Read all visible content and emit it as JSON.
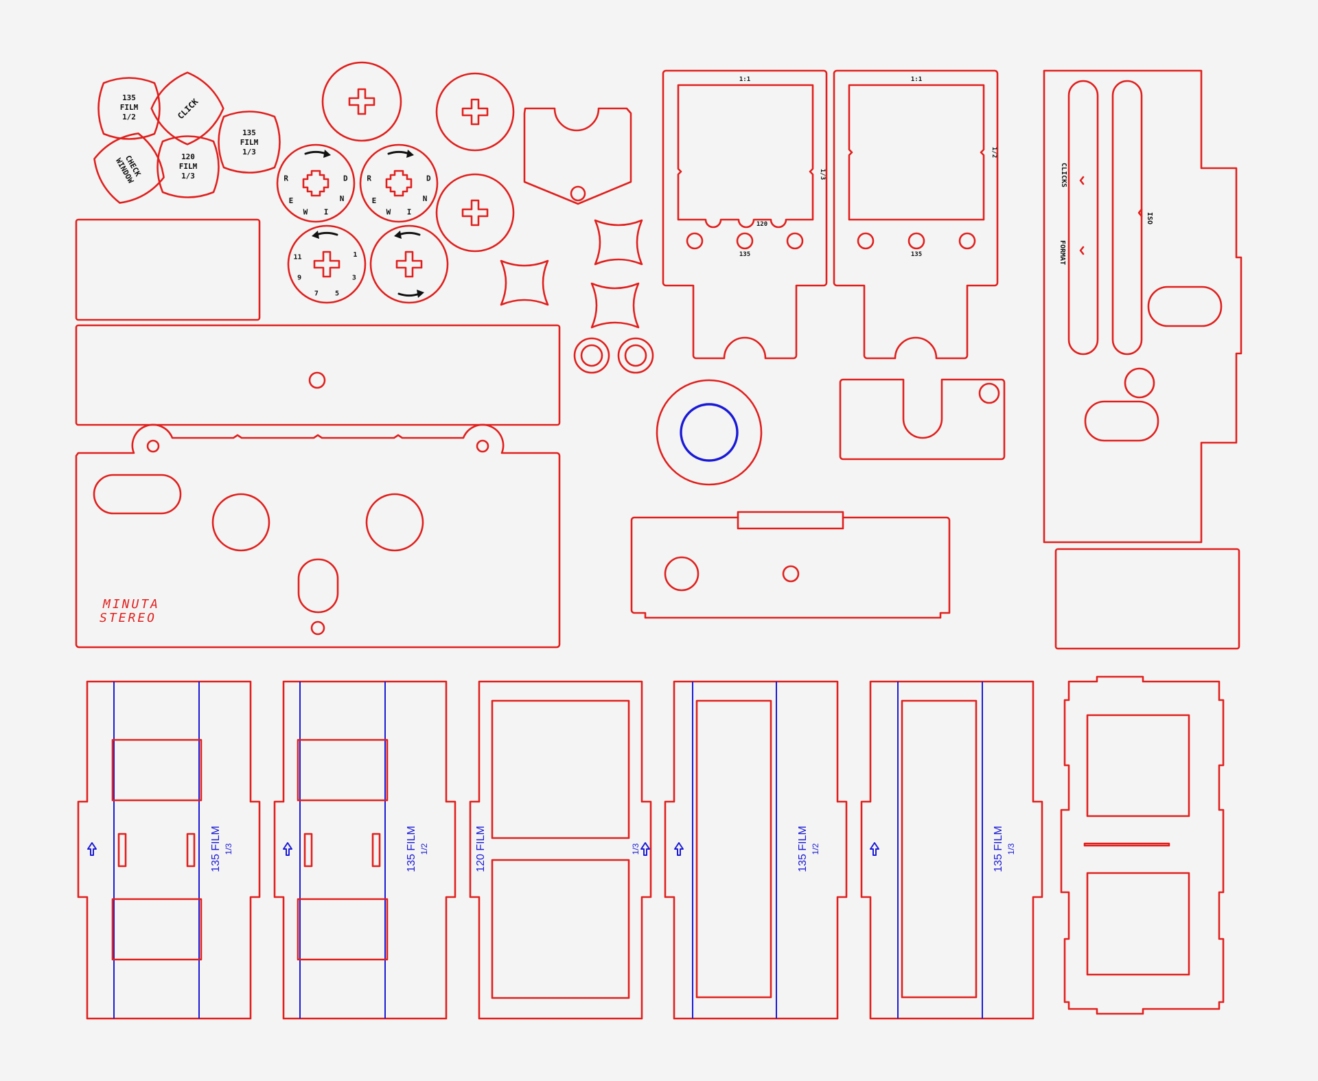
{
  "knobs": {
    "k1": [
      "135",
      "FILM",
      "1/2"
    ],
    "k2": "CLICK",
    "k3": [
      "135",
      "FILM",
      "1/3"
    ],
    "k4": [
      "CHECK",
      "WINDOW"
    ],
    "k5": [
      "120",
      "FILM",
      "1/3"
    ]
  },
  "dials": {
    "rewind": [
      "R",
      "E",
      "W",
      "I",
      "N",
      "D"
    ],
    "count": [
      "1",
      "3",
      "5",
      "7",
      "9",
      "11"
    ]
  },
  "masks": {
    "left": {
      "ratio": "1:1",
      "side": "1/3",
      "bottom": "120",
      "holes": "135"
    },
    "right": {
      "ratio": "1:1",
      "side": "1/2",
      "holes": "135"
    }
  },
  "side_panel": {
    "clicks": "CLICKS",
    "iso": "ISO",
    "format": "FORMAT"
  },
  "logo": [
    "MINUTA",
    "STEREO"
  ],
  "inserts": [
    {
      "film": "135 FILM",
      "frac": "1/3"
    },
    {
      "film": "135 FILM",
      "frac": "1/2"
    },
    {
      "film": "120 FILM",
      "frac": "1/3"
    },
    {
      "film": "135 FILM",
      "frac": "1/2"
    },
    {
      "film": "135 FILM",
      "frac": "1/3"
    }
  ],
  "colors": {
    "cut": "#e0201d",
    "score": "#1a1ad6",
    "ink": "#111111",
    "background": "#f4f4f4"
  }
}
